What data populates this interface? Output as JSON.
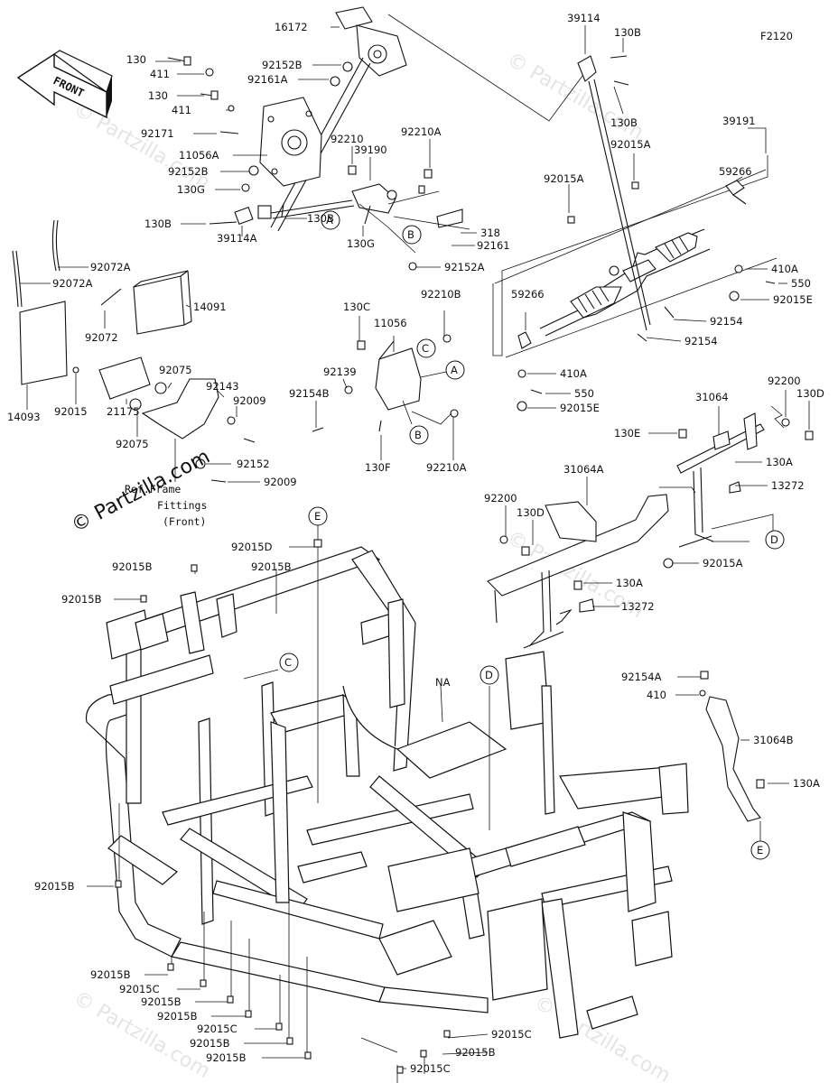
{
  "figure_code": "F2120",
  "front_arrow_label": "FRONT",
  "copyright_mark": "© Partzilla.com",
  "ref_note": [
    "Ref.Frame",
    "Fittings",
    "(Front)"
  ],
  "callouts": {
    "a": "A",
    "b": "B",
    "c": "C",
    "d": "D",
    "e": "E",
    "na": "NA"
  },
  "labels": {
    "p16172": "16172",
    "p130_1": "130",
    "p411_1": "411",
    "p92152B_1": "92152B",
    "p92161A": "92161A",
    "p130_2": "130",
    "p411_2": "411",
    "p92171": "92171",
    "p11056A": "11056A",
    "p92152B_2": "92152B",
    "p130G_1": "130G",
    "p130B_1": "130B",
    "p39114A": "39114A",
    "p92210": "92210",
    "p39190": "39190",
    "p92210A_1": "92210A",
    "p130B_2": "130B",
    "p130G_2": "130G",
    "p318": "318",
    "p92161": "92161",
    "p92152A": "92152A",
    "p39114": "39114",
    "p130B_3": "130B",
    "p130B_4": "130B",
    "p92015A_1": "92015A",
    "p39191": "39191",
    "p92015A_2": "92015A",
    "p59266_1": "59266",
    "p410A_1": "410A",
    "p550_1": "550",
    "p92015E_1": "92015E",
    "p59266_2": "59266",
    "p92154_1": "92154",
    "p92154_2": "92154",
    "p410A_2": "410A",
    "p550_2": "550",
    "p92015E_2": "92015E",
    "p92072A_1": "92072A",
    "p92072A_2": "92072A",
    "p14091": "14091",
    "p92072": "92072",
    "p92075_1": "92075",
    "p14093": "14093",
    "p92015": "92015",
    "p21175": "21175",
    "p92075_2": "92075",
    "p92143": "92143",
    "p92009_1": "92009",
    "p92152": "92152",
    "p92009_2": "92009",
    "p130C": "130C",
    "p11056": "11056",
    "p92210B": "92210B",
    "p92139": "92139",
    "p92154B": "92154B",
    "p130F": "130F",
    "p92210A_2": "92210A",
    "p92200_1": "92200",
    "p130D_1": "130D",
    "p31064": "31064",
    "p130E": "130E",
    "p130A_1": "130A",
    "p13272_1": "13272",
    "p31064A": "31064A",
    "p92200_2": "92200",
    "p130D_2": "130D",
    "p92015A_3": "92015A",
    "p130A_2": "130A",
    "p13272_2": "13272",
    "p92015D": "92015D",
    "p92015B_top1": "92015B",
    "p92015B_top2": "92015B",
    "p92015B_top3": "92015B",
    "p92154A": "92154A",
    "p410": "410",
    "p31064B": "31064B",
    "p130A_3": "130A",
    "p92015B_b1": "92015B",
    "p92015B_b2": "92015B",
    "p92015C_b1": "92015C",
    "p92015B_b3": "92015B",
    "p92015B_b4": "92015B",
    "p92015C_b2": "92015C",
    "p92015B_b5": "92015B",
    "p92015B_b6": "92015B",
    "p92015C_b3": "92015C",
    "p92015B_b7": "92015B",
    "p92015C_b4": "92015C"
  }
}
